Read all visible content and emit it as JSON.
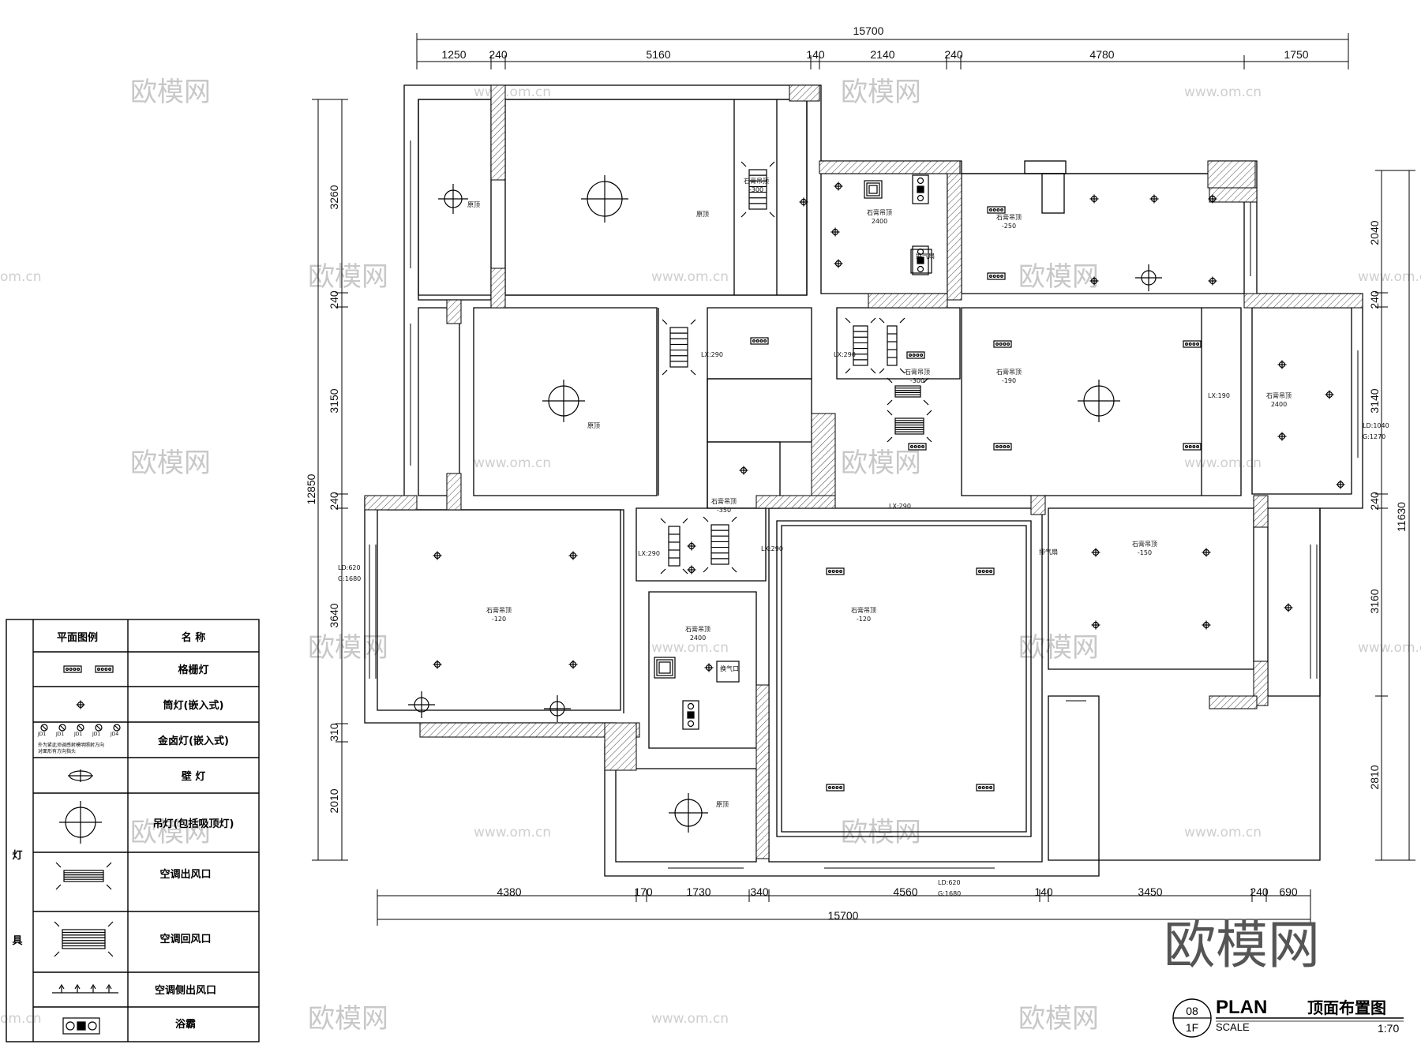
{
  "dimensions": {
    "top_total": "15700",
    "top_segments": [
      "1250",
      "240",
      "5160",
      "140",
      "2140",
      "240",
      "4780",
      "1750"
    ],
    "bottom_segments": [
      "4380",
      "170",
      "1730",
      "340",
      "4560",
      "140",
      "3450",
      "240",
      "690"
    ],
    "bottom_total": "15700",
    "left_total": "12850",
    "left_segments": [
      "3260",
      "240",
      "3150",
      "240",
      "3640",
      "310",
      "2010"
    ],
    "right_total": "11630",
    "right_segments": [
      "2040",
      "240",
      "3140",
      "240",
      "3160",
      "2810"
    ]
  },
  "room_labels": [
    "原顶",
    "石膏吊顶\n-300",
    "原顶",
    "石膏吊顶\n2400",
    "石膏吊顶\n-250",
    "原顶",
    "石膏吊顶\n-300",
    "石膏吊顶\n-190",
    "石膏吊顶\n2400",
    "石膏吊顶\n-350",
    "石膏吊顶\n-120",
    "石膏吊顶\n-120",
    "石膏吊顶\n-150",
    "石膏吊顶\n2400",
    "原顶"
  ],
  "annotations": {
    "lx290_a": "LX:290",
    "lx290_b": "LX:290",
    "lx290_c": "LX:290",
    "lx290_d": "LX:290",
    "lx290_e": "LX:290",
    "lx190": "LX:190",
    "ld1040": "LD:1040",
    "g1270": "G:1270",
    "ld620_left": "LD:620",
    "g1680_left": "G:1680",
    "ld620_bottom": "LD:620",
    "g1680_bottom": "G:1680",
    "fan_a": "换气扇",
    "fan_b": "排气扇",
    "fan_c": "换气口"
  },
  "legend": {
    "header_symbol": "平面图例",
    "header_name": "名  称",
    "category_char_1": "灯",
    "category_char_2": "具",
    "items": [
      {
        "name": "格栅灯",
        "icon": "grille-light-icon"
      },
      {
        "name": "筒灯(嵌入式)",
        "icon": "downlight-icon"
      },
      {
        "name": "金卤灯(嵌入式)",
        "icon": "metal-halide-light-icon"
      },
      {
        "name": "壁  灯",
        "icon": "wall-light-icon"
      },
      {
        "name": "吊灯(包括吸顶灯)",
        "icon": "pendant-light-icon"
      },
      {
        "name": "空调出风口",
        "icon": "ac-outlet-icon"
      },
      {
        "name": "空调回风口",
        "icon": "ac-return-icon"
      },
      {
        "name": "空调侧出风口",
        "icon": "ac-side-outlet-icon"
      },
      {
        "name": "浴霸",
        "icon": "bath-heater-icon"
      }
    ],
    "metal_halide_codes": [
      "JD1",
      "JD1",
      "JD1",
      "JD1",
      "JD4"
    ],
    "metal_halide_note_1": "外为紧此须调感射模明照射方向",
    "metal_halide_note_2": "对面形有方向指头"
  },
  "title_block": {
    "sheet_no": "08",
    "floor": "1F",
    "plan": "PLAN",
    "scale_word": "SCALE",
    "title_cn": "顶面布置图",
    "scale_value": "1:70"
  },
  "watermarks": {
    "brand": "欧模网",
    "url": "www.om.cn",
    "url_partial": "om.cn"
  },
  "colors": {
    "line": "#000000",
    "hatch": "#555555",
    "watermark": "#c8c8c8"
  }
}
